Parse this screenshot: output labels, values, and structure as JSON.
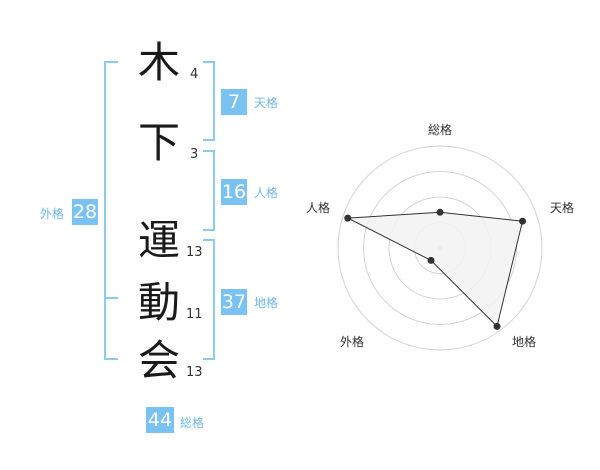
{
  "name": {
    "characters": [
      {
        "char": "木",
        "strokes": "4"
      },
      {
        "char": "下",
        "strokes": "3"
      },
      {
        "char": "運",
        "strokes": "13"
      },
      {
        "char": "動",
        "strokes": "11"
      },
      {
        "char": "会",
        "strokes": "13"
      }
    ]
  },
  "fortunes": {
    "tenkaku": {
      "value": "7",
      "label": "天格"
    },
    "jinkaku": {
      "value": "16",
      "label": "人格"
    },
    "chikaku": {
      "value": "37",
      "label": "地格"
    },
    "gaikaku": {
      "value": "28",
      "label": "外格"
    },
    "soukaku": {
      "value": "44",
      "label": "総格"
    }
  },
  "chart_data": {
    "type": "radar",
    "axes": [
      "総格",
      "天格",
      "地格",
      "外格",
      "人格"
    ],
    "values": [
      0.35,
      0.85,
      0.95,
      0.15,
      0.95
    ],
    "max": 1,
    "rings": 4,
    "colors": {
      "fill": "#f2f2f2",
      "line": "#333333",
      "ring": "#d4d4d4",
      "point": "#333333"
    }
  },
  "colors": {
    "accent": "#79c2f2",
    "bracket": "#8ec9ee"
  }
}
